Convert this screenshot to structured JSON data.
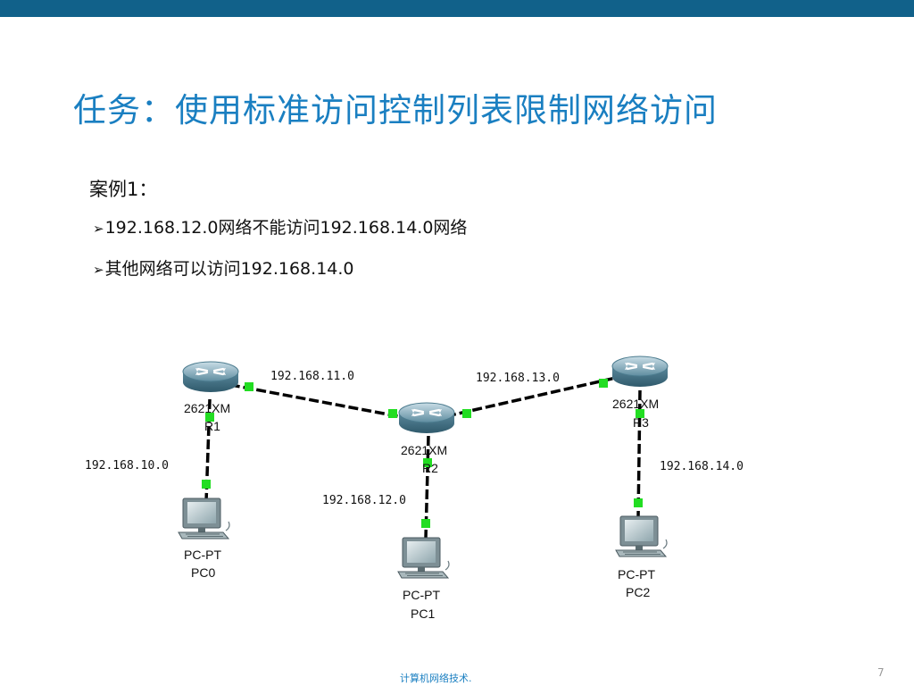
{
  "slide": {
    "title": "任务：使用标准访问控制列表限制网络访问",
    "case_label": "案例1：",
    "bullets": [
      "192.168.12.0网络不能访问192.168.14.0网络",
      "其他网络可以访问192.168.14.0"
    ],
    "footer": "计算机网络技术.",
    "page_number": "7"
  },
  "topology": {
    "routers": [
      {
        "model": "2621XM",
        "name": "R1"
      },
      {
        "model": "2621XM",
        "name": "R2"
      },
      {
        "model": "2621XM",
        "name": "R3"
      }
    ],
    "pcs": [
      {
        "model": "PC-PT",
        "name": "PC0"
      },
      {
        "model": "PC-PT",
        "name": "PC1"
      },
      {
        "model": "PC-PT",
        "name": "PC2"
      }
    ],
    "networks": [
      "192.168.11.0",
      "192.168.13.0",
      "192.168.10.0",
      "192.168.12.0",
      "192.168.14.0"
    ]
  },
  "colors": {
    "top_bar": "#11618a",
    "title": "#1a7fc1",
    "link_dot": "#22dd22"
  }
}
